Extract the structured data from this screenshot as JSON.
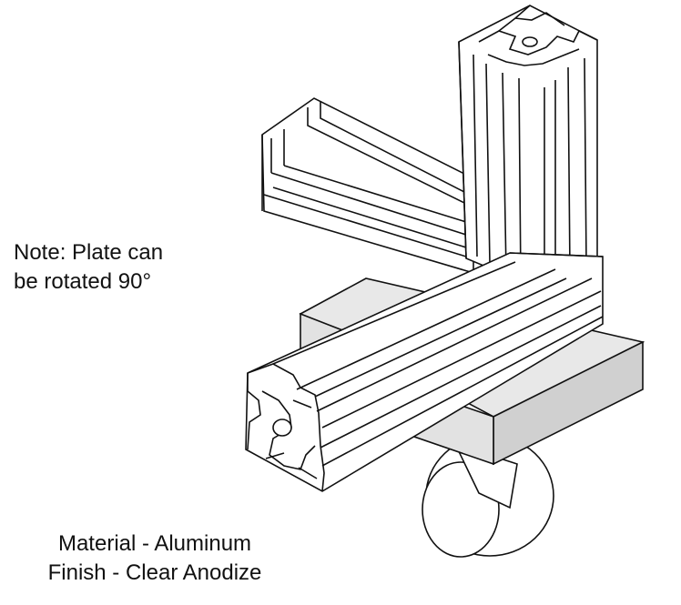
{
  "note": {
    "line1": "Note: Plate can",
    "line2": "be rotated 90°"
  },
  "specs": {
    "material": "Material - Aluminum",
    "finish": "Finish - Clear Anodize"
  },
  "colors": {
    "line": "#111111",
    "plate": "#e2e2e2",
    "plate_side": "#d2d2d2",
    "profile": "#ffffff"
  }
}
